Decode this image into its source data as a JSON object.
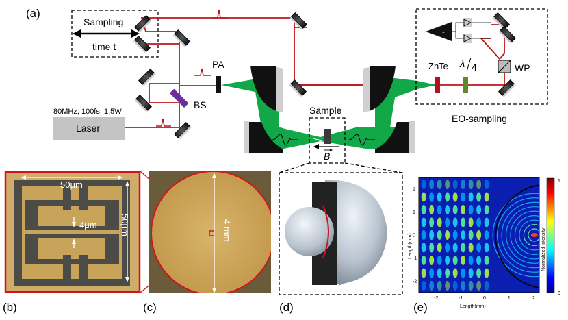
{
  "panel_labels": {
    "a": "(a)",
    "b": "(b)",
    "c": "(c)",
    "d": "(d)",
    "e": "(e)"
  },
  "setup": {
    "sampling_line1": "Sampling",
    "sampling_line2": "time t",
    "laser_spec": "80MHz, 100fs, 1.5W",
    "laser": "Laser",
    "bs": "BS",
    "pa": "PA",
    "sample": "Sample",
    "b_field": "B",
    "znte": "ZnTe",
    "lambda": "λ",
    "lambda_denominator": "4",
    "wp": "WP",
    "eo_sampling": "EO-sampling",
    "minus": "-"
  },
  "microscope": {
    "width_label": "50μm",
    "gap_label": "4μm",
    "height_label": "50μm",
    "diameter_label": "4 mm"
  },
  "chart_data": {
    "type": "heatmap",
    "title": "",
    "xlabel": "Length(mm)",
    "ylabel": "Length(mm)",
    "xlim": [
      -2.7,
      2.2
    ],
    "ylim": [
      -2.5,
      2.5
    ],
    "xticks": [
      "-2",
      "-1",
      "0",
      "1",
      "2"
    ],
    "yticks": [
      "2",
      "1",
      "0",
      "-1",
      "-2"
    ],
    "colorbar_label": "Normalized Intensity",
    "colorbar_ticks": [
      "1",
      "0"
    ],
    "colormap": "jet",
    "lens_circle": {
      "center_x": 2.2,
      "center_y": 0,
      "radius": 2.1
    },
    "focus": {
      "x": 2.0,
      "y": 0,
      "value": 1.0
    }
  },
  "colors": {
    "beam_red": "#c0141c",
    "thz_green": "#12a84a",
    "bs_purple": "#6a2f9c",
    "znte_red": "#b3121b",
    "qwp_green": "#5c8a2c",
    "gold": "#c7a45a",
    "chip_gold": "#d3a64a"
  }
}
